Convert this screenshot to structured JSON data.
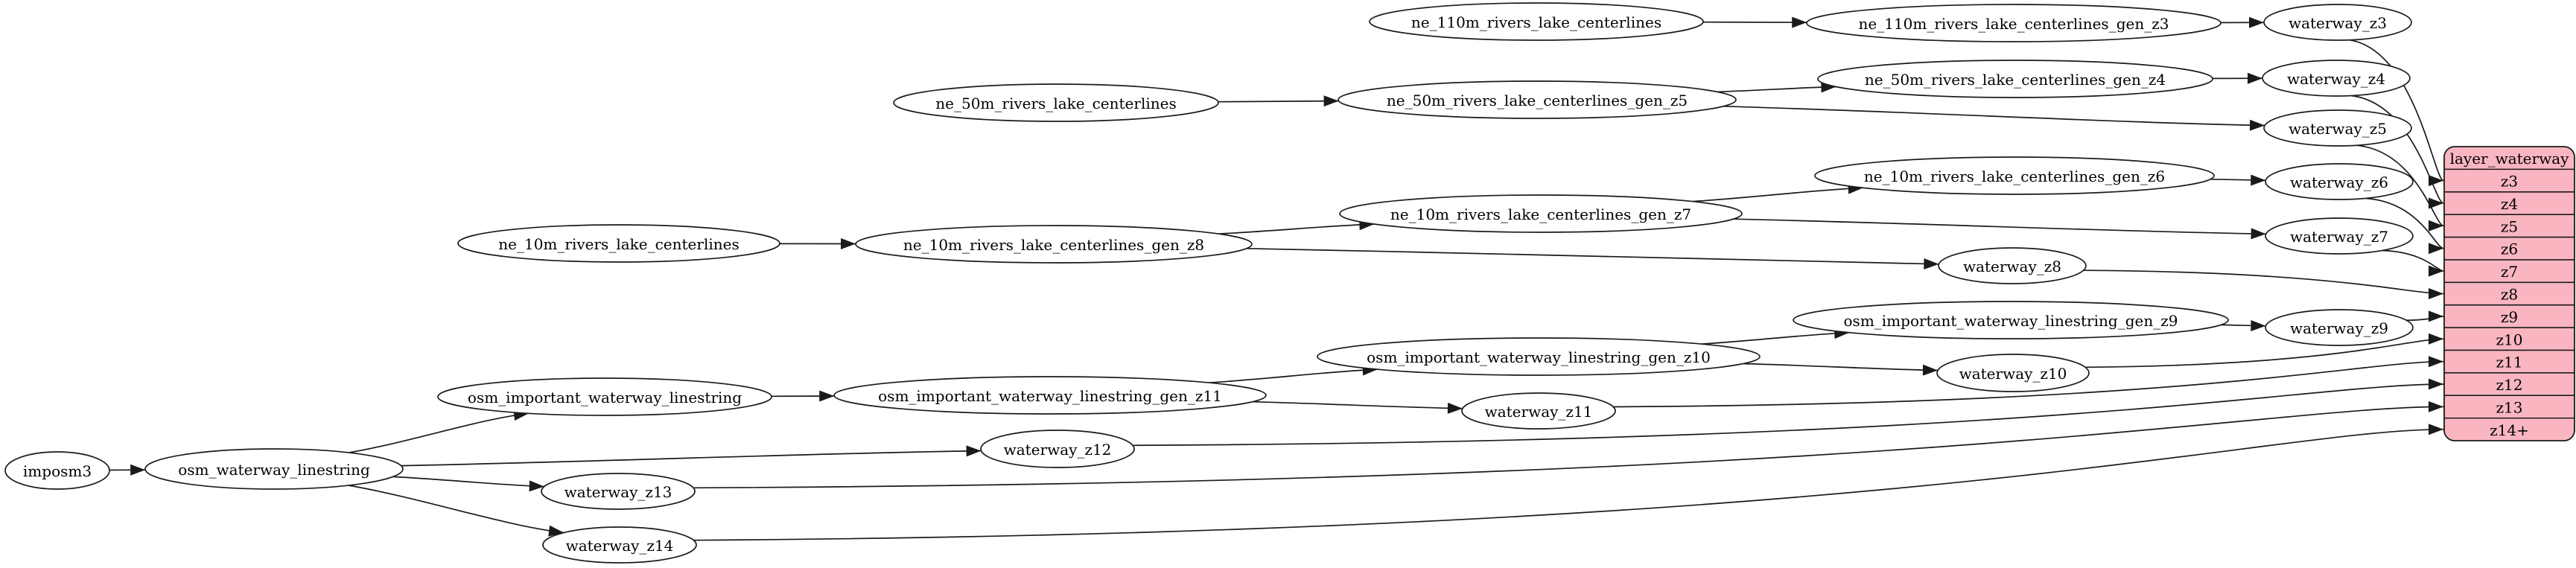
{
  "diagram": {
    "kind": "etl-dependency-graph",
    "colors": {
      "canvas_bg": "#ffffff",
      "node_fill": "#ffffff",
      "node_stroke": "#1a1a1a",
      "edge_color": "#1a1a1a",
      "record_fill": "#f9b6c0",
      "record_stroke": "#1a1a1a",
      "text_color": "#000000"
    },
    "nodes": [
      {
        "id": "imposm3",
        "label": "imposm3"
      },
      {
        "id": "osm_waterway_linestring",
        "label": "osm_waterway_linestring"
      },
      {
        "id": "osm_important_waterway_linestring",
        "label": "osm_important_waterway_linestring"
      },
      {
        "id": "osm_important_waterway_linestring_gen_z11",
        "label": "osm_important_waterway_linestring_gen_z11"
      },
      {
        "id": "osm_important_waterway_linestring_gen_z10",
        "label": "osm_important_waterway_linestring_gen_z10"
      },
      {
        "id": "osm_important_waterway_linestring_gen_z9",
        "label": "osm_important_waterway_linestring_gen_z9"
      },
      {
        "id": "ne_110m_rivers_lake_centerlines",
        "label": "ne_110m_rivers_lake_centerlines"
      },
      {
        "id": "ne_110m_rivers_lake_centerlines_gen_z3",
        "label": "ne_110m_rivers_lake_centerlines_gen_z3"
      },
      {
        "id": "ne_50m_rivers_lake_centerlines",
        "label": "ne_50m_rivers_lake_centerlines"
      },
      {
        "id": "ne_50m_rivers_lake_centerlines_gen_z5",
        "label": "ne_50m_rivers_lake_centerlines_gen_z5"
      },
      {
        "id": "ne_50m_rivers_lake_centerlines_gen_z4",
        "label": "ne_50m_rivers_lake_centerlines_gen_z4"
      },
      {
        "id": "ne_10m_rivers_lake_centerlines",
        "label": "ne_10m_rivers_lake_centerlines"
      },
      {
        "id": "ne_10m_rivers_lake_centerlines_gen_z8",
        "label": "ne_10m_rivers_lake_centerlines_gen_z8"
      },
      {
        "id": "ne_10m_rivers_lake_centerlines_gen_z7",
        "label": "ne_10m_rivers_lake_centerlines_gen_z7"
      },
      {
        "id": "ne_10m_rivers_lake_centerlines_gen_z6",
        "label": "ne_10m_rivers_lake_centerlines_gen_z6"
      },
      {
        "id": "waterway_z3",
        "label": "waterway_z3"
      },
      {
        "id": "waterway_z4",
        "label": "waterway_z4"
      },
      {
        "id": "waterway_z5",
        "label": "waterway_z5"
      },
      {
        "id": "waterway_z6",
        "label": "waterway_z6"
      },
      {
        "id": "waterway_z7",
        "label": "waterway_z7"
      },
      {
        "id": "waterway_z8",
        "label": "waterway_z8"
      },
      {
        "id": "waterway_z9",
        "label": "waterway_z9"
      },
      {
        "id": "waterway_z10",
        "label": "waterway_z10"
      },
      {
        "id": "waterway_z11",
        "label": "waterway_z11"
      },
      {
        "id": "waterway_z12",
        "label": "waterway_z12"
      },
      {
        "id": "waterway_z13",
        "label": "waterway_z13"
      },
      {
        "id": "waterway_z14",
        "label": "waterway_z14"
      }
    ],
    "record": {
      "id": "layer_waterway",
      "title": "layer_waterway",
      "rows": [
        "z3",
        "z4",
        "z5",
        "z6",
        "z7",
        "z8",
        "z9",
        "z10",
        "z11",
        "z12",
        "z13",
        "z14+"
      ]
    },
    "edges": [
      {
        "from": "imposm3",
        "to": "osm_waterway_linestring"
      },
      {
        "from": "osm_waterway_linestring",
        "to": "osm_important_waterway_linestring"
      },
      {
        "from": "osm_waterway_linestring",
        "to": "waterway_z12"
      },
      {
        "from": "osm_waterway_linestring",
        "to": "waterway_z13"
      },
      {
        "from": "osm_waterway_linestring",
        "to": "waterway_z14"
      },
      {
        "from": "osm_important_waterway_linestring",
        "to": "osm_important_waterway_linestring_gen_z11"
      },
      {
        "from": "osm_important_waterway_linestring_gen_z11",
        "to": "osm_important_waterway_linestring_gen_z10"
      },
      {
        "from": "osm_important_waterway_linestring_gen_z11",
        "to": "waterway_z11"
      },
      {
        "from": "osm_important_waterway_linestring_gen_z10",
        "to": "osm_important_waterway_linestring_gen_z9"
      },
      {
        "from": "osm_important_waterway_linestring_gen_z10",
        "to": "waterway_z10"
      },
      {
        "from": "osm_important_waterway_linestring_gen_z9",
        "to": "waterway_z9"
      },
      {
        "from": "ne_110m_rivers_lake_centerlines",
        "to": "ne_110m_rivers_lake_centerlines_gen_z3"
      },
      {
        "from": "ne_110m_rivers_lake_centerlines_gen_z3",
        "to": "waterway_z3"
      },
      {
        "from": "ne_50m_rivers_lake_centerlines",
        "to": "ne_50m_rivers_lake_centerlines_gen_z5"
      },
      {
        "from": "ne_50m_rivers_lake_centerlines_gen_z5",
        "to": "ne_50m_rivers_lake_centerlines_gen_z4"
      },
      {
        "from": "ne_50m_rivers_lake_centerlines_gen_z5",
        "to": "waterway_z5"
      },
      {
        "from": "ne_50m_rivers_lake_centerlines_gen_z4",
        "to": "waterway_z4"
      },
      {
        "from": "ne_10m_rivers_lake_centerlines",
        "to": "ne_10m_rivers_lake_centerlines_gen_z8"
      },
      {
        "from": "ne_10m_rivers_lake_centerlines_gen_z8",
        "to": "ne_10m_rivers_lake_centerlines_gen_z7"
      },
      {
        "from": "ne_10m_rivers_lake_centerlines_gen_z8",
        "to": "waterway_z8"
      },
      {
        "from": "ne_10m_rivers_lake_centerlines_gen_z7",
        "to": "ne_10m_rivers_lake_centerlines_gen_z6"
      },
      {
        "from": "ne_10m_rivers_lake_centerlines_gen_z7",
        "to": "waterway_z7"
      },
      {
        "from": "ne_10m_rivers_lake_centerlines_gen_z6",
        "to": "waterway_z6"
      },
      {
        "from": "waterway_z3",
        "to": "layer_waterway:z3"
      },
      {
        "from": "waterway_z4",
        "to": "layer_waterway:z4"
      },
      {
        "from": "waterway_z5",
        "to": "layer_waterway:z5"
      },
      {
        "from": "waterway_z6",
        "to": "layer_waterway:z6"
      },
      {
        "from": "waterway_z7",
        "to": "layer_waterway:z7"
      },
      {
        "from": "waterway_z8",
        "to": "layer_waterway:z8"
      },
      {
        "from": "waterway_z9",
        "to": "layer_waterway:z9"
      },
      {
        "from": "waterway_z10",
        "to": "layer_waterway:z10"
      },
      {
        "from": "waterway_z11",
        "to": "layer_waterway:z11"
      },
      {
        "from": "waterway_z12",
        "to": "layer_waterway:z12"
      },
      {
        "from": "waterway_z13",
        "to": "layer_waterway:z13"
      },
      {
        "from": "waterway_z14",
        "to": "layer_waterway:z14+"
      }
    ]
  }
}
